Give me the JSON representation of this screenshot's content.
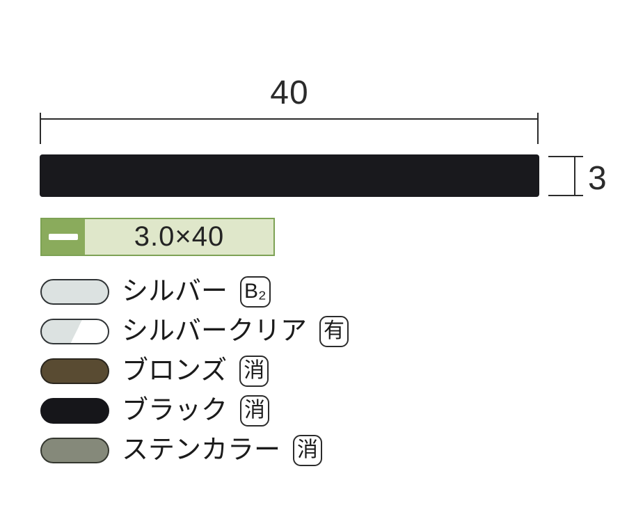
{
  "drawing": {
    "width_dim": "40",
    "height_dim": "3",
    "bar_color": "#19191d"
  },
  "size_tag": {
    "label": "3.0×40",
    "icon": "flat-bar-profile-icon",
    "dark_green": "#8aab5c",
    "light_green": "#dfe7ca",
    "border_green": "#7da254"
  },
  "color_list": {
    "items": [
      {
        "name": "シルバー",
        "badge": "B₂",
        "swatch": "#dce2e1",
        "swatch_border": "#303436",
        "finish": "solid"
      },
      {
        "name": "シルバークリア",
        "badge": "有",
        "swatch": "#dce2e1",
        "swatch2": "#ffffff",
        "swatch_border": "#303436",
        "finish": "split"
      },
      {
        "name": "ブロンズ",
        "badge": "消",
        "swatch": "#594b32",
        "swatch_border": "#2a261e",
        "finish": "solid"
      },
      {
        "name": "ブラック",
        "badge": "消",
        "swatch": "#16161a",
        "swatch_border": "#16161a",
        "finish": "solid"
      },
      {
        "name": "ステンカラー",
        "badge": "消",
        "swatch": "#85897a",
        "swatch_border": "#34372f",
        "finish": "solid"
      }
    ]
  }
}
